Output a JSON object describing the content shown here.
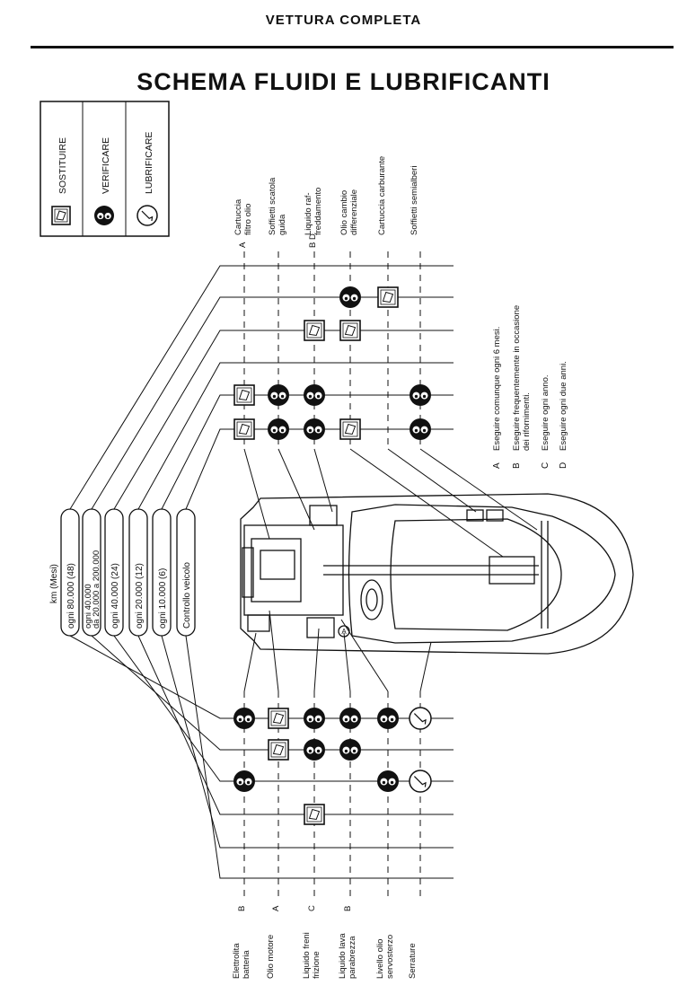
{
  "header": "VETTURA COMPLETA",
  "title": "SCHEMA FLUIDI E LUBRIFICANTI",
  "legend": [
    {
      "label": "SOSTITUIRE",
      "icon": "replace-icon"
    },
    {
      "label": "VERIFICARE",
      "icon": "check-icon"
    },
    {
      "label": "LUBRIFICARE",
      "icon": "lubricate-icon"
    }
  ],
  "intervals_title": "km (Mesi)",
  "intervals": [
    "ogni 80.000 (48)",
    "ogni 40.000 da 20.000 a 200.000",
    "ogni 40.000 (24)",
    "ogni 20.000 (12)",
    "ogni 10.000 (6)",
    "Controllo veicolo"
  ],
  "interval_line2": "da 20.000 a 200.000",
  "interval_line1": "ogni 40.000",
  "top_items": [
    {
      "letter": "A",
      "lines": [
        "Cartuccia",
        "filtro olio"
      ]
    },
    {
      "letter": "",
      "lines": [
        "Soffietti scatola",
        "guida"
      ]
    },
    {
      "letter": "B  D",
      "lines": [
        "Liquido raf-",
        "freddamento"
      ]
    },
    {
      "letter": "",
      "lines": [
        "Olio cambio",
        "differenziale"
      ]
    },
    {
      "letter": "",
      "lines": [
        "Cartuccia carburante"
      ]
    },
    {
      "letter": "",
      "lines": [
        "Soffietti semialberi"
      ]
    }
  ],
  "bottom_items": [
    {
      "letter": "B",
      "lines": [
        "Elettrolita",
        "batteria"
      ]
    },
    {
      "letter": "A",
      "lines": [
        "Olio motore"
      ]
    },
    {
      "letter": "C",
      "lines": [
        "Liquido freni",
        "frizione"
      ]
    },
    {
      "letter": "B",
      "lines": [
        "Liquido lava",
        "parabrezza"
      ]
    },
    {
      "letter": "",
      "lines": [
        "Livello olio",
        "servosterzo"
      ]
    },
    {
      "letter": "",
      "lines": [
        "Serrature"
      ]
    }
  ],
  "notes": [
    {
      "letter": "A",
      "text": "Eseguire comunque ogni 6 mesi."
    },
    {
      "letter": "B",
      "lines": [
        "Eseguire frequentemente in occasione",
        "dei rifornimenti."
      ]
    },
    {
      "letter": "C",
      "text": "Eseguire ogni anno."
    },
    {
      "letter": "D",
      "text": "Eseguire ogni due anni."
    }
  ],
  "top_matrix": [
    [
      "",
      "",
      "",
      "V",
      "S",
      ""
    ],
    [
      "",
      "",
      "S",
      "S",
      "",
      ""
    ],
    [
      "",
      "",
      "",
      "",
      "",
      ""
    ],
    [
      "S",
      "V",
      "V",
      "",
      "",
      "V"
    ],
    [
      "S",
      "V",
      "V",
      "S",
      "",
      "V"
    ]
  ],
  "bottom_matrix": [
    [
      "V",
      "S",
      "V",
      "V",
      "V",
      "L"
    ],
    [
      "",
      "S",
      "V",
      "V",
      "",
      ""
    ],
    [
      "V",
      "",
      "",
      "",
      "V",
      "L"
    ],
    [
      "",
      "",
      "S",
      "",
      "",
      ""
    ],
    [
      "",
      "",
      "",
      "",
      "",
      ""
    ],
    [
      "",
      "",
      "",
      "",
      "",
      ""
    ]
  ],
  "colors": {
    "ink": "#111111",
    "paper": "#ffffff"
  }
}
